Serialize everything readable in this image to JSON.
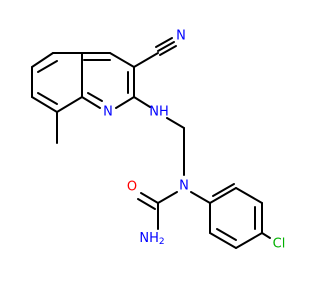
{
  "molecule": {
    "atoms": {
      "cyano_n": "N",
      "quinoline_n": "N",
      "amine_nh": "NH",
      "urea_n": "N",
      "urea_o": "O",
      "urea_nh2": "NH",
      "urea_nh2_h": "2",
      "chlorine": "Cl"
    }
  },
  "colors": {
    "carbon": "#000000",
    "nitrogen": "#0000ff",
    "oxygen": "#ff0000",
    "chlorine": "#00b000"
  }
}
